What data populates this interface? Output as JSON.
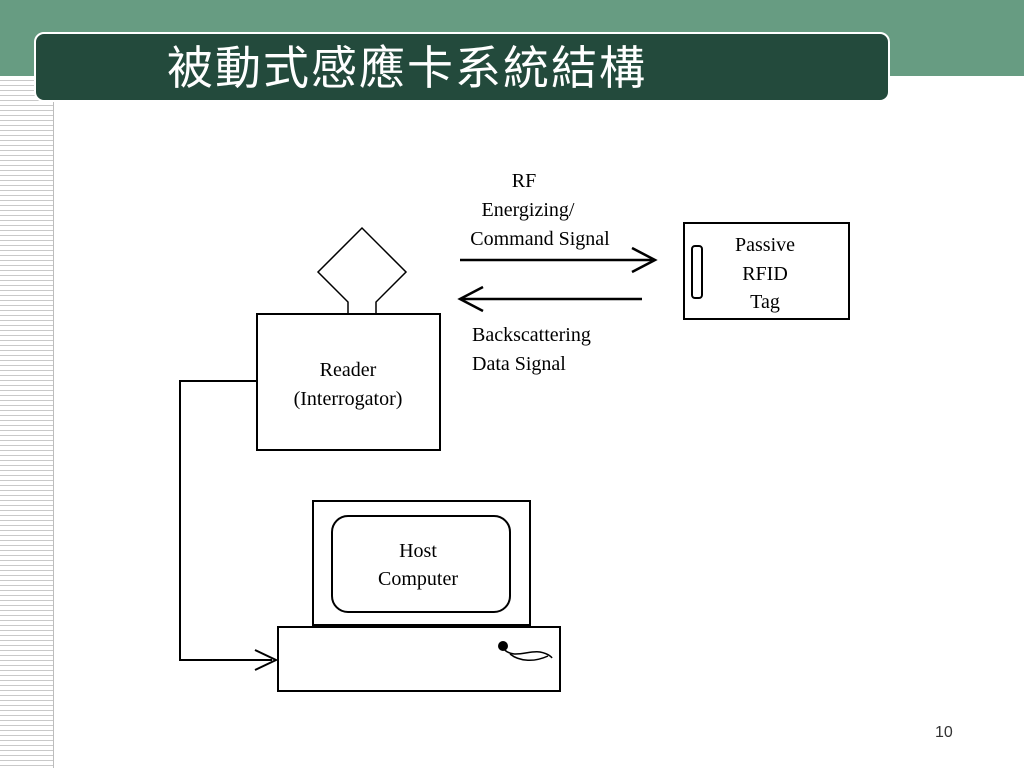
{
  "slide": {
    "title": "被動式感應卡系統結構",
    "page_number": "10"
  },
  "diagram": {
    "reader": {
      "line1": "Reader",
      "line2": "(Interrogator)"
    },
    "tag": {
      "line1": "Passive",
      "line2": "RFID",
      "line3": "Tag"
    },
    "forward_signal": {
      "line1": "RF",
      "line2": "Energizing/",
      "line3": "Command Signal"
    },
    "return_signal": {
      "line1": "Backscattering",
      "line2": "Data Signal"
    },
    "host": {
      "line1": "Host",
      "line2": "Computer"
    }
  }
}
